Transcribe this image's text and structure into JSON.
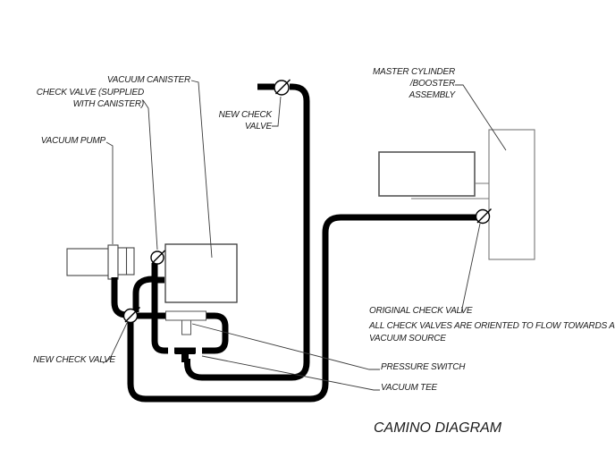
{
  "title": "CAMINO DIAGRAM",
  "labels": {
    "vacuum_canister": "VACUUM CANISTER",
    "check_valve_supplied_line1": "CHECK VALVE (SUPPLIED",
    "check_valve_supplied_line2": "WITH CANISTER)",
    "vacuum_pump": "VACUUM PUMP",
    "new_check_valve_top_line1": "NEW CHECK",
    "new_check_valve_top_line2": "VALVE",
    "master_cylinder_line1": "MASTER CYLINDER",
    "master_cylinder_line2": "/BOOSTER",
    "master_cylinder_line3": "ASSEMBLY",
    "original_check_valve": "ORIGINAL CHECK VALVE",
    "note_line1": "ALL CHECK VALVES ARE ORIENTED TO FLOW TOWARDS A",
    "note_line2": "VACUUM SOURCE",
    "pressure_switch": "PRESSURE SWITCH",
    "vacuum_tee": "VACUUM TEE",
    "new_check_valve_bottom": "NEW CHECK VALVE"
  },
  "colors": {
    "background": "#ffffff",
    "hose": "#000000",
    "ink": "#1a1a1a",
    "outline": "#444444",
    "leader": "#3a3a3a"
  }
}
